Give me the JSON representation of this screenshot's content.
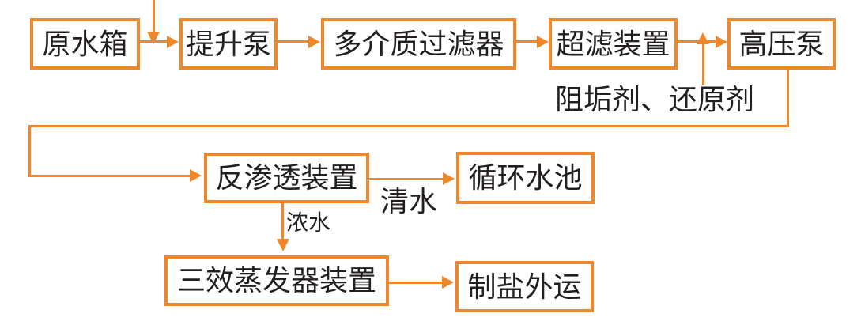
{
  "diagram_type": "flowchart",
  "accent_color": "#F0872B",
  "text_color": "#231F20",
  "nodes": {
    "raw_water_tank": {
      "label": "原水箱"
    },
    "lift_pump": {
      "label": "提升泵"
    },
    "multi_media_filter": {
      "label": "多介质过滤器"
    },
    "ultrafiltration_unit": {
      "label": "超滤装置"
    },
    "high_pressure_pump": {
      "label": "高压泵"
    },
    "reverse_osmosis_unit": {
      "label": "反渗透装置"
    },
    "circulating_water_pool": {
      "label": "循环水池"
    },
    "triple_effect_evaporator": {
      "label": "三效蒸发器装置"
    },
    "salt_out_shipping": {
      "label": "制盐外运"
    }
  },
  "edge_labels": {
    "chemical_feed": "阻垢剂、还原剂",
    "clean_water": "清水",
    "concentrated_water": "浓水"
  },
  "edges": [
    {
      "from": "external_inlet",
      "to": "lift_pump",
      "label": ""
    },
    {
      "from": "raw_water_tank",
      "to": "lift_pump",
      "label": ""
    },
    {
      "from": "lift_pump",
      "to": "multi_media_filter",
      "label": ""
    },
    {
      "from": "multi_media_filter",
      "to": "ultrafiltration_unit",
      "label": ""
    },
    {
      "from": "ultrafiltration_unit",
      "to": "high_pressure_pump",
      "label": ""
    },
    {
      "from": "chemical_feed",
      "to": "high_pressure_pump",
      "label": "阻垢剂、还原剂"
    },
    {
      "from": "high_pressure_pump",
      "to": "reverse_osmosis_unit",
      "label": ""
    },
    {
      "from": "reverse_osmosis_unit",
      "to": "circulating_water_pool",
      "label": "清水"
    },
    {
      "from": "reverse_osmosis_unit",
      "to": "triple_effect_evaporator",
      "label": "浓水"
    },
    {
      "from": "triple_effect_evaporator",
      "to": "salt_out_shipping",
      "label": ""
    }
  ]
}
